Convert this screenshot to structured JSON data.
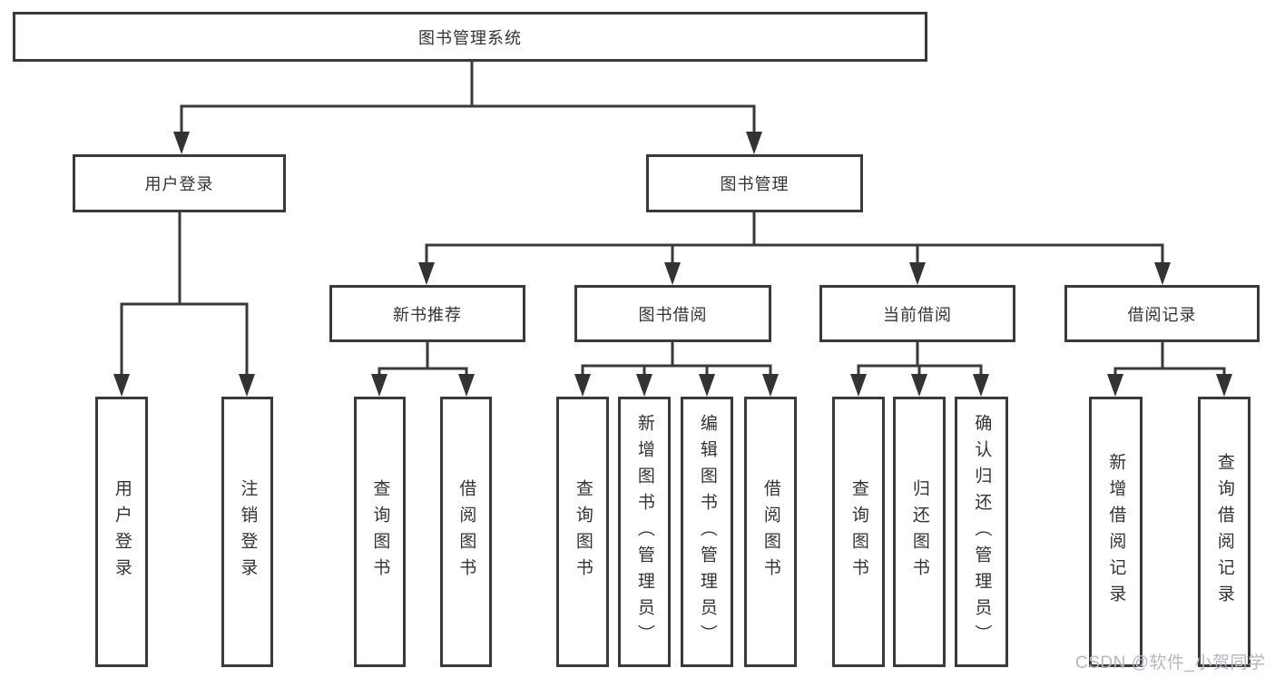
{
  "diagram": {
    "root": {
      "label": "图书管理系统"
    },
    "level2": [
      {
        "label": "用户登录"
      },
      {
        "label": "图书管理"
      }
    ],
    "level3": [
      {
        "label": "新书推荐"
      },
      {
        "label": "图书借阅"
      },
      {
        "label": "当前借阅"
      },
      {
        "label": "借阅记录"
      }
    ],
    "level4": [
      {
        "label": "用户登录"
      },
      {
        "label": "注销登录"
      },
      {
        "label": "查询图书"
      },
      {
        "label": "借阅图书"
      },
      {
        "label": "查询图书"
      },
      {
        "label": "新增图书（管理员）"
      },
      {
        "label": "编辑图书（管理员）"
      },
      {
        "label": "借阅图书"
      },
      {
        "label": "查询图书"
      },
      {
        "label": "归还图书"
      },
      {
        "label": "确认归还（管理员）"
      },
      {
        "label": "新增借阅记录"
      },
      {
        "label": "查询借阅记录"
      }
    ]
  },
  "colors": {
    "line": "#3a3a3a",
    "text": "#333333",
    "watermark": "#b4b8bf"
  },
  "watermark": {
    "text": "CSDN @软件_小贺同学"
  }
}
